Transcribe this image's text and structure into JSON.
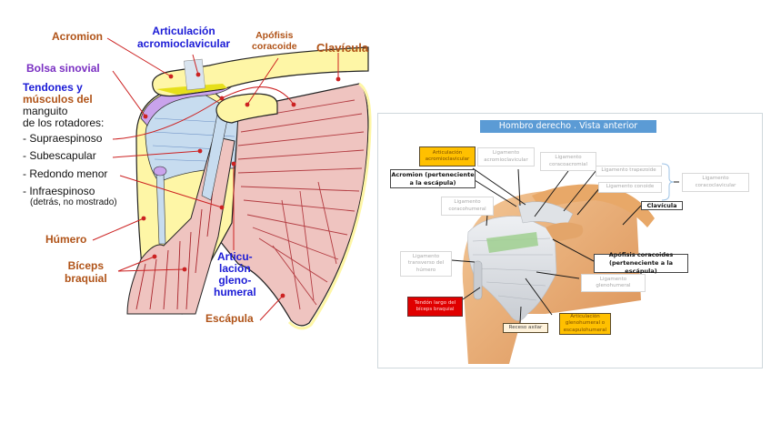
{
  "left_diagram": {
    "labels": {
      "acromion": "Acromion",
      "ac_joint": [
        "Articulación",
        "acromioclavicular"
      ],
      "coracoid": [
        "Apófisis",
        "coracoide"
      ],
      "clavicle": "Clavícula",
      "bursa": "Bolsa sinovial",
      "rotator_title_1": "Tendones y",
      "rotator_title_2": "músculos del",
      "rotator_title_3": "manguito",
      "rotator_title_4": "de los rotadores:",
      "supraspinatus": "- Supraespinoso",
      "subscapularis": "- Subescapular",
      "teres_minor": "- Redondo menor",
      "infraspinatus": "- Infraespinoso",
      "infraspinatus_note": "(detrás, no mostrado)",
      "humerus": "Húmero",
      "biceps": [
        "Bíceps",
        "braquial"
      ],
      "gh_joint": [
        "Articu-",
        "lación",
        "gleno-",
        "humeral"
      ],
      "scapula": "Escápula"
    },
    "colors": {
      "bone": "#fef6a6",
      "bone_shadow": "#e6df1a",
      "muscle": "#efc4c0",
      "muscle_line": "#a8232a",
      "tendon": "#c7dcef",
      "bursa": "#c9a3ec",
      "pointer": "#cc2222"
    }
  },
  "right_diagram": {
    "title": "Hombro derecho . Vista anterior",
    "labels": {
      "ac_joint": "Articulación acromioclavicular",
      "ac_ligament": "Ligamento acromioclavicular",
      "coracoacromial": "Ligamento coracoacromial",
      "trapezoid": "Ligamento trapezoide",
      "conoid": "Ligamento conoide",
      "coracoclavicular": "Ligamento coracoclavicular",
      "acromion": "Acromion (perteneciente a la escápula)",
      "coracohumeral": "Ligamento coracohumeral",
      "clavicle": "Clavícula",
      "transverse": "Ligamento transverso del húmero",
      "coracoid": "Apófisis coracoides (perteneciente a la escápula)",
      "glenohumeral_lig": "Ligamento glenohumeral",
      "biceps_tendon": "Tendón largo del bíceps braquial",
      "axillary": "Receso axilar",
      "gh_joint": "Articulación glenohumeral o escapulohumeral"
    },
    "colors": {
      "title_bg": "#5b9bd5",
      "highlight_gold": "#ffc000",
      "highlight_red": "#e00000",
      "bone": "#e9a86a",
      "ligament": "#d9dde3",
      "cartilage_green": "#9fcf8f"
    }
  }
}
